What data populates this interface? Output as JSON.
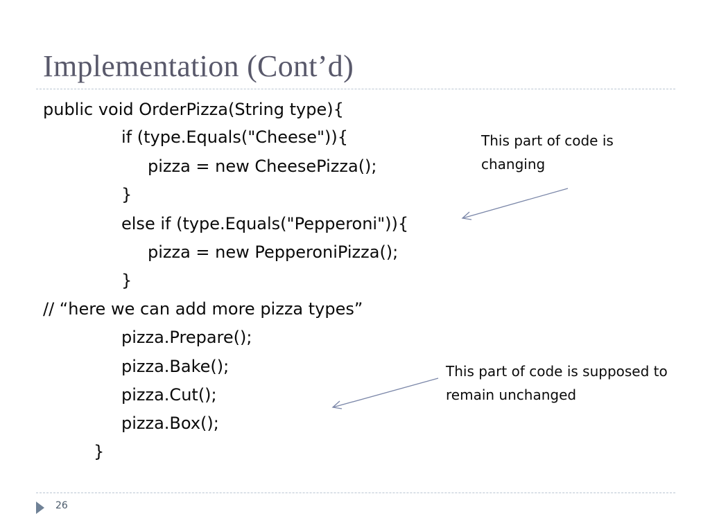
{
  "slide": {
    "title": "Implementation (Cont’d)",
    "code_lines": [
      "public void OrderPizza(String type){",
      "if (type.Equals(\"Cheese\")){",
      "pizza = new CheesePizza();",
      "}",
      "else if (type.Equals(\"Pepperoni\")){",
      "pizza = new PepperoniPizza();",
      "}",
      "// “here we can add more pizza types”",
      "pizza.Prepare();",
      "pizza.Bake();",
      "pizza.Cut();",
      "pizza.Box();",
      "}"
    ],
    "annotations": {
      "changing": "This part of code is changing",
      "unchanged": "This part of code is supposed to remain unchanged"
    },
    "page_number": "26"
  },
  "colors": {
    "title": "#59596b",
    "rule": "#b9c6d2",
    "arrow": "#7a86a8",
    "bullet": "#6f8196"
  }
}
